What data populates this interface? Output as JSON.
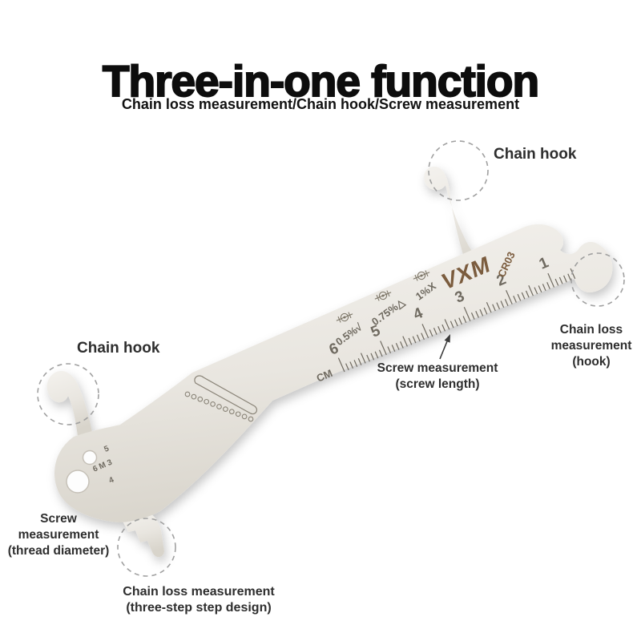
{
  "title": "Three-in-one function",
  "subtitle": "Chain loss measurement/Chain hook/Screw measurement",
  "callouts": {
    "chain_hook_top": "Chain hook",
    "chain_hook_left": "Chain hook",
    "chain_loss_hook": [
      "Chain loss",
      "measurement",
      "(hook)"
    ],
    "screw_length": [
      "Screw measurement",
      "(screw length)"
    ],
    "screw_thread": [
      "Screw",
      "measurement",
      "(thread diameter)"
    ],
    "chain_loss_step": [
      "Chain loss measurement",
      "(three-step step design)"
    ]
  },
  "tool": {
    "brand": "VXM",
    "model": "CR03",
    "unit_label": "CM",
    "ruler_numbers": [
      "6",
      "5",
      "4",
      "3",
      "2",
      "1"
    ],
    "wear_marks": [
      "0.5%√",
      "0.75%△",
      "1%X"
    ],
    "hole_labels": [
      "5",
      "6 M 3",
      "4"
    ]
  },
  "colors": {
    "background": "#ffffff",
    "title_text": "#0d0d0d",
    "callout_text": "#2e2e2e",
    "metal_light": "#f1efeb",
    "metal_dark": "#d8d4cb",
    "etch": "#6f6a60",
    "brand_brown": "#7b5c3e",
    "annotation_gray": "#a0a0a0"
  }
}
